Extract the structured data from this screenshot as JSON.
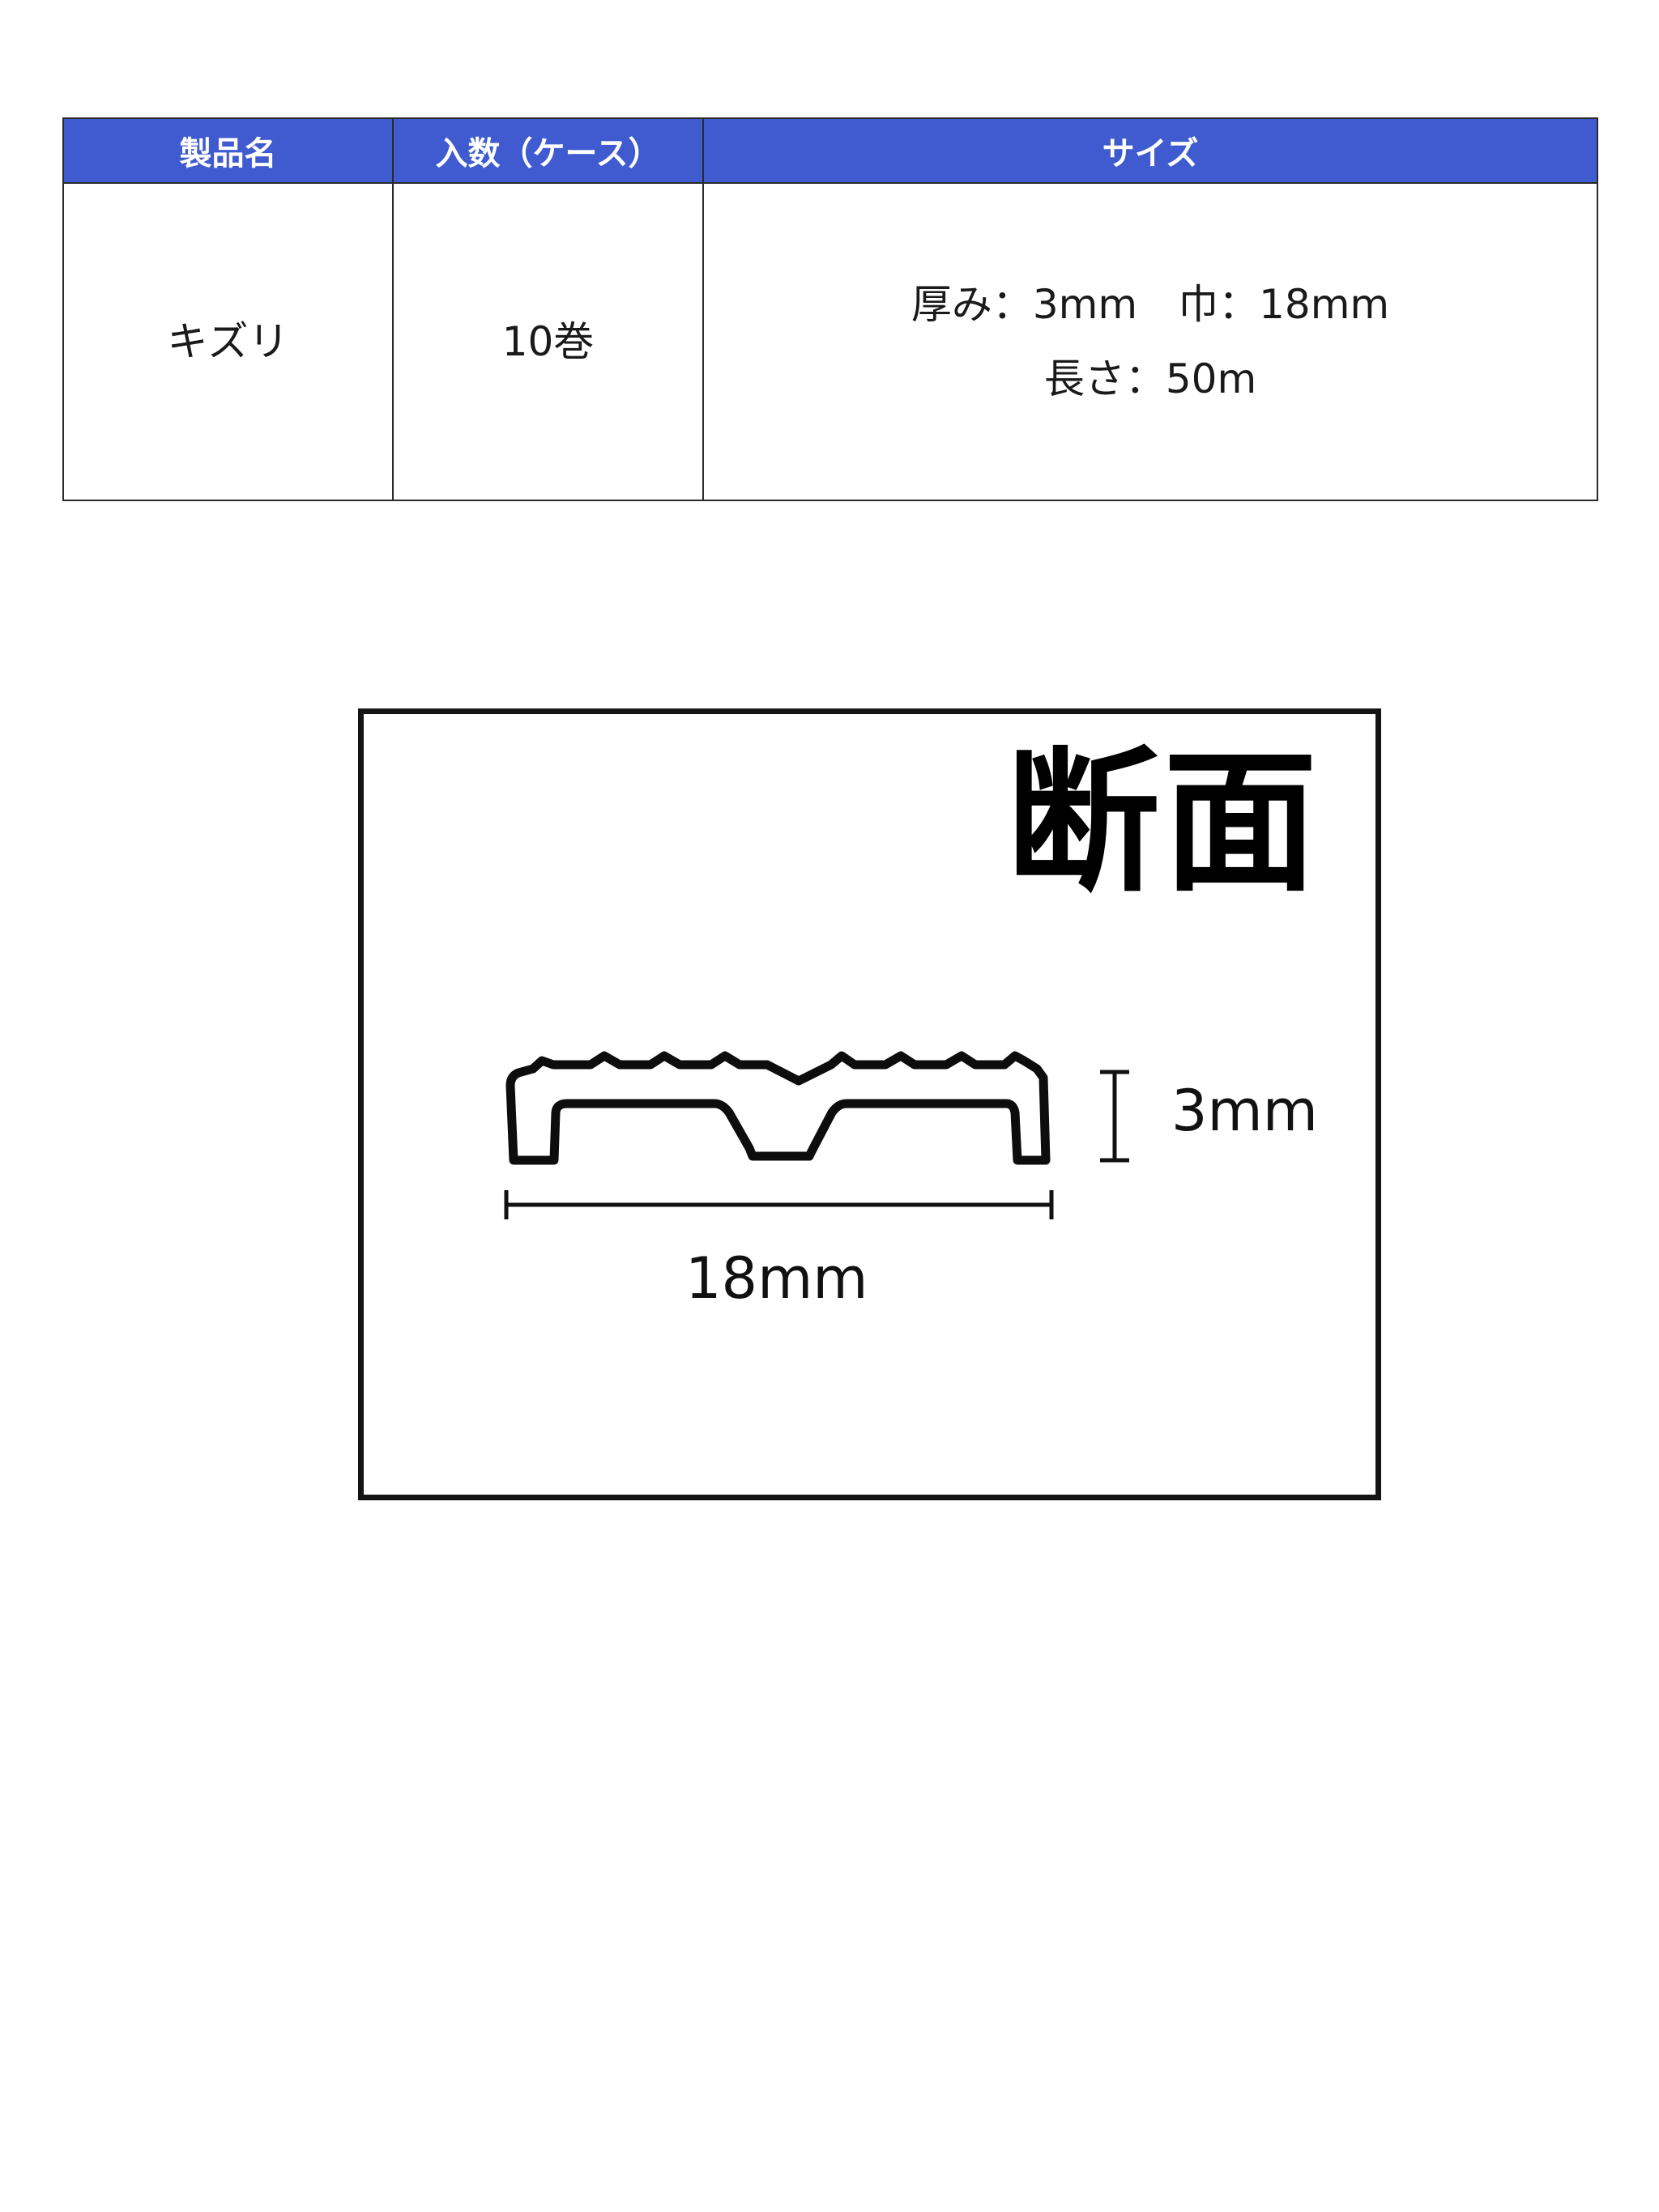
{
  "table": {
    "headers": [
      "製品名",
      "入数（ケース）",
      "サイズ"
    ],
    "row": {
      "product_name": "キズリ",
      "quantity": "10巻",
      "size_line_1": "厚み：3mm　巾：18mm",
      "size_line_2": "長さ：50m"
    },
    "header_color": "#405bd0"
  },
  "cross_section": {
    "title": "断面",
    "height_label": "3mm",
    "width_label": "18mm"
  }
}
